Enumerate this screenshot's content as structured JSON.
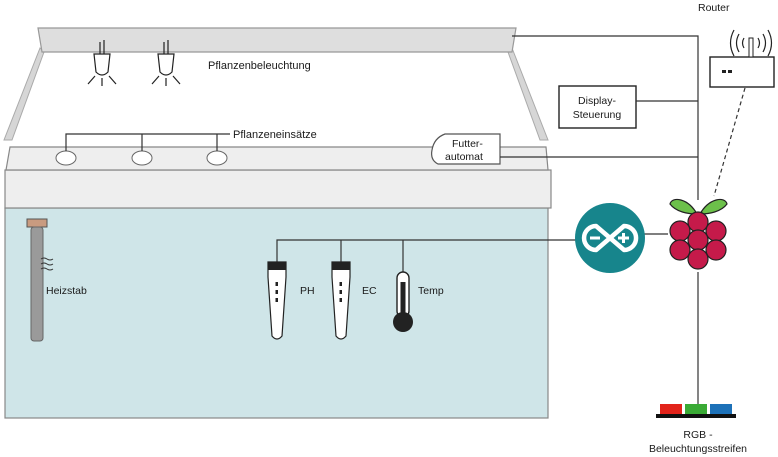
{
  "labels": {
    "plant_light": "Pflanzenbeleuchtung",
    "plant_inserts": "Pflanzeneinsätze",
    "feeder_line1": "Futter-",
    "feeder_line2": "automat",
    "display_line1": "Display-",
    "display_line2": "Steuerung",
    "router": "Router",
    "heater": "Heizstab",
    "ph": "PH",
    "ec": "EC",
    "temp": "Temp",
    "rgb_line1": "RGB -",
    "rgb_line2": "Beleuchtungsstreifen"
  },
  "icons": {
    "arduino": "arduino-icon",
    "raspberry_pi": "raspberry-pi-icon",
    "router": "router-icon",
    "wifi": "wifi-signal-icon",
    "heater_waves": "heat-waves-icon",
    "thermometer": "thermometer-icon"
  },
  "colors": {
    "water": "#cfe5e8",
    "lid": "#e6e6e6",
    "arduino": "#17858c",
    "raspberry": "#c51a4a",
    "leaf": "#6cc04a",
    "rgb_red": "#e2231a",
    "rgb_green": "#3aaa35",
    "rgb_blue": "#1d71b8"
  }
}
